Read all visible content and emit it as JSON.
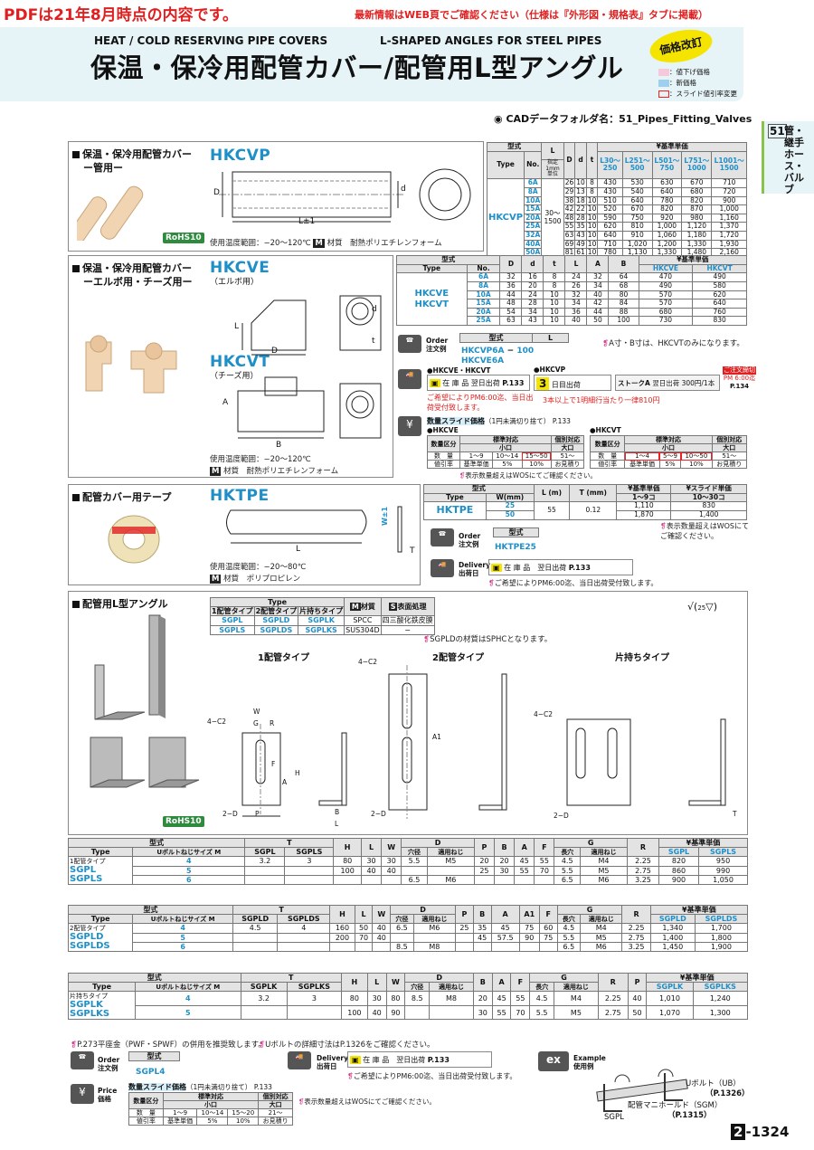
{
  "header": {
    "red_notice": "PDFは21年8月時点の内容です。",
    "notice": "最新情報はWEB頁でご確認ください（仕様は『外形図・規格表』タブに掲載）",
    "en_title_left": "HEAT / COLD RESERVING PIPE COVERS",
    "en_title_right": "L-SHAPED ANGLES FOR STEEL PIPES",
    "jp_title": "保温・保冷用配管カバー/配管用L型アングル",
    "price_badge": "価格改訂",
    "legend": [
      "：値下げ価格",
      "：新価格",
      "：スライド値引率変更"
    ],
    "cad": "CADデータフォルダ名：51_Pipes_Fitting_Valves"
  },
  "side_tab": {
    "num": "51",
    "text": "管・継手ホース・バルブ"
  },
  "s1": {
    "title": "保温・保冷用配管カバー",
    "sub": "ー管用ー",
    "part": "HKCVP",
    "rohs": "RoHS10",
    "dim_D": "D",
    "dim_d": "d",
    "dim_L": "L±1",
    "temp": "使用温度範囲：−20〜120℃",
    "material_label": "M",
    "material": "材質　耐熱ポリエチレンフォーム",
    "table": {
      "h_type": "型式",
      "h_Type": "Type",
      "h_No": "No.",
      "h_L": "L",
      "h_L_sub": "指定1mm単位",
      "h_D": "D",
      "h_d": "d",
      "h_t": "t",
      "h_price": "¥基準単価",
      "price_cols": [
        "L30〜250",
        "L251〜500",
        "L501〜750",
        "L751〜1000",
        "L1001〜1500"
      ],
      "type": "HKCVP",
      "L_range": "30〜1500",
      "rows": [
        [
          "6A",
          "26",
          "10",
          "8",
          "430",
          "530",
          "630",
          "670",
          "710"
        ],
        [
          "8A",
          "29",
          "13",
          "8",
          "430",
          "540",
          "640",
          "680",
          "720"
        ],
        [
          "10A",
          "38",
          "18",
          "10",
          "510",
          "640",
          "780",
          "820",
          "900"
        ],
        [
          "15A",
          "42",
          "22",
          "10",
          "520",
          "670",
          "820",
          "870",
          "1,000"
        ],
        [
          "20A",
          "48",
          "28",
          "10",
          "590",
          "750",
          "920",
          "980",
          "1,160"
        ],
        [
          "25A",
          "55",
          "35",
          "10",
          "620",
          "810",
          "1,000",
          "1,120",
          "1,370"
        ],
        [
          "32A",
          "63",
          "43",
          "10",
          "640",
          "910",
          "1,060",
          "1,180",
          "1,720"
        ],
        [
          "40A",
          "69",
          "49",
          "10",
          "710",
          "1,020",
          "1,200",
          "1,330",
          "1,930"
        ],
        [
          "50A",
          "81",
          "61",
          "10",
          "780",
          "1,130",
          "1,330",
          "1,480",
          "2,160"
        ]
      ]
    }
  },
  "s2": {
    "title": "保温・保冷用配管カバー",
    "sub": "ーエルボ用・チーズ用ー",
    "part1": "HKCVE",
    "part1_sub": "（エルボ用）",
    "part2": "HKCVT",
    "part2_sub": "（チーズ用）",
    "temp": "使用温度範囲：−20〜120℃",
    "material": "材質　耐熱ポリエチレンフォーム",
    "dims": {
      "L": "L",
      "D": "D",
      "d": "d",
      "t": "t",
      "A": "A",
      "B": "B"
    },
    "table": {
      "h_type": "型式",
      "h_Type": "Type",
      "h_No": "No.",
      "cols": [
        "D",
        "d",
        "t",
        "L",
        "A",
        "B"
      ],
      "h_price": "¥基準単価",
      "price_cols": [
        "HKCVE",
        "HKCVT"
      ],
      "types": [
        "HKCVE",
        "HKCVT"
      ],
      "rows": [
        [
          "6A",
          "32",
          "16",
          "8",
          "24",
          "32",
          "64",
          "470",
          "490"
        ],
        [
          "8A",
          "36",
          "20",
          "8",
          "26",
          "34",
          "68",
          "490",
          "580"
        ],
        [
          "10A",
          "44",
          "24",
          "10",
          "32",
          "40",
          "80",
          "570",
          "620"
        ],
        [
          "15A",
          "48",
          "28",
          "10",
          "34",
          "42",
          "84",
          "570",
          "640"
        ],
        [
          "20A",
          "54",
          "34",
          "10",
          "36",
          "44",
          "88",
          "680",
          "760"
        ],
        [
          "25A",
          "63",
          "43",
          "10",
          "40",
          "50",
          "100",
          "730",
          "830"
        ]
      ]
    },
    "order_label": "Order",
    "order_jp": "注文例",
    "order_h1": "型式",
    "order_h2": "L",
    "order_ex1": "HKCVP6A",
    "order_dash": "−",
    "order_ex1_L": "100",
    "order_ex2": "HKCVE6A",
    "ab_note": "A寸・B寸は、HKCVTのみになります。",
    "delivery": {
      "hd1": "●HKCVE・HKCVT",
      "hd2": "●HKCVP",
      "stock": "在 庫 品",
      "next_day": "翌日出荷",
      "ref": "P.133",
      "days_num": "3",
      "days": "日目出荷",
      "stock_a": "ストークA",
      "next_day2": "翌日出荷",
      "fee": "300円/1本",
      "pm_box": "ご注文締切",
      "pm": "PM 6:00迄",
      "ref2": "P.134",
      "note1": "ご希望によりPM6:00迄、当日出荷受付致します。",
      "note2": "3本以上で1明細行当たり一律810円"
    },
    "slide": {
      "title": "数量スライド価格",
      "title_sub": "（1円未満切り捨て）",
      "ref": "P.133",
      "g1": "●HKCVE",
      "g2": "●HKCVT",
      "t1": {
        "h": [
          "数量区分",
          "標準対応",
          "個別対応"
        ],
        "sub": [
          "小口",
          "大口"
        ],
        "qty_label": "数　量",
        "qty": [
          "1〜9",
          "10〜14",
          "15〜50",
          "51〜"
        ],
        "disc_label": "値引率",
        "disc": [
          "基準単価",
          "5%",
          "10%",
          "お見積り"
        ]
      },
      "t2": {
        "qty_label": "数　量",
        "qty": [
          "1〜4",
          "5〜9",
          "10〜50",
          "51〜"
        ],
        "disc_label": "値引率",
        "disc": [
          "基準単価",
          "5%",
          "10%",
          "お見積り"
        ]
      },
      "note": "表示数量超えはWOSにてご確認ください。"
    }
  },
  "s3": {
    "title": "配管カバー用テープ",
    "part": "HKTPE",
    "dims": {
      "W": "W±1",
      "L": "L",
      "T": "T"
    },
    "temp": "使用温度範囲：−20〜80℃",
    "material": "材質　ポリプロピレン",
    "table": {
      "h_type": "型式",
      "h_Type": "Type",
      "h_W": "W(mm)",
      "h_L": "L (m)",
      "h_T": "T (mm)",
      "h_price": "¥基準単価",
      "h_slide": "¥スライド単価",
      "p1": "1〜9コ",
      "p2": "10〜30コ",
      "type": "HKTPE",
      "rows": [
        [
          "25",
          "55",
          "0.12",
          "1,110",
          "830"
        ],
        [
          "50",
          "",
          "",
          "1,870",
          "1,400"
        ]
      ]
    },
    "wos_note": "表示数量超えはWOSにてご確認ください。",
    "order_label": "Order",
    "order_jp": "注文例",
    "order_h": "型式",
    "order_ex": "HKTPE25",
    "delivery_label": "Delivery",
    "delivery_jp": "出荷日",
    "stock": "在 庫 品",
    "next_day": "翌日出荷",
    "ref": "P.133",
    "note": "ご希望によりPM6:00迄、当日出荷受付致します。"
  },
  "s4": {
    "title": "配管用L型アングル",
    "rohs": "RoHS10",
    "mt": {
      "h_type": "Type",
      "cols": [
        "1配管タイプ",
        "2配管タイプ",
        "片持ちタイプ"
      ],
      "h_mat": "材質",
      "h_surf": "表面処理",
      "rows": [
        [
          "SGPL",
          "SGPLD",
          "SGPLK",
          "SPCC",
          "四三酸化鉄皮膜"
        ],
        [
          "SGPLS",
          "SGPLDS",
          "SGPLKS",
          "SUS304D",
          "−"
        ]
      ]
    },
    "roughness": "25",
    "sgpld_note": "SGPLDの材質はSPHCとなります。",
    "types": [
      "1配管タイプ",
      "2配管タイプ",
      "片持ちタイプ"
    ],
    "dlabels": {
      "c2": "4−C2",
      "W": "W",
      "G": "G",
      "R": "R",
      "P": "P",
      "F": "F",
      "A": "A",
      "A1": "A1",
      "H": "H",
      "B": "B",
      "L": "L",
      "T": "T",
      "D2": "2−D"
    },
    "t1": {
      "h_type": "型式",
      "h_Type": "Type",
      "h_ubolt": "Uボルトねじサイズ M",
      "h_T": "T",
      "t_cols": [
        "SGPL",
        "SGPLS"
      ],
      "cols": [
        "H",
        "L",
        "W"
      ],
      "h_D": "D",
      "d_cols": [
        "穴径",
        "適用ねじ"
      ],
      "mid": [
        "P",
        "B",
        "A",
        "F"
      ],
      "h_G": "G",
      "g_cols": [
        "長穴",
        "適用ねじ"
      ],
      "h_R": "R",
      "h_price": "¥基準単価",
      "price_cols": [
        "SGPL",
        "SGPLS"
      ],
      "label": "1配管タイプ",
      "types": [
        "SGPL",
        "SGPLS"
      ],
      "rows": [
        [
          "4",
          "3.2",
          "3",
          "80",
          "30",
          "30",
          "5.5",
          "M5",
          "20",
          "20",
          "45",
          "55",
          "4.5",
          "M4",
          "2.25",
          "820",
          "950"
        ],
        [
          "5",
          "",
          "",
          "100",
          "40",
          "40",
          "",
          "",
          "25",
          "30",
          "55",
          "70",
          "5.5",
          "M5",
          "2.75",
          "860",
          "990"
        ],
        [
          "6",
          "",
          "",
          "",
          "",
          "",
          "6.5",
          "M6",
          "",
          "",
          "",
          "",
          "6.5",
          "M6",
          "3.25",
          "900",
          "1,050"
        ]
      ]
    },
    "t2": {
      "h_type": "型式",
      "h_Type": "Type",
      "h_ubolt": "Uボルトねじサイズ M",
      "h_T": "T",
      "t_cols": [
        "SGPLD",
        "SGPLDS"
      ],
      "cols": [
        "H",
        "L",
        "W"
      ],
      "h_D": "D",
      "d_cols": [
        "穴径",
        "適用ねじ"
      ],
      "mid": [
        "P",
        "B",
        "A",
        "A1",
        "F"
      ],
      "h_G": "G",
      "g_cols": [
        "長穴",
        "適用ねじ"
      ],
      "h_R": "R",
      "h_price": "¥基準単価",
      "price_cols": [
        "SGPLD",
        "SGPLDS"
      ],
      "label": "2配管タイプ",
      "types": [
        "SGPLD",
        "SGPLDS"
      ],
      "rows": [
        [
          "4",
          "4.5",
          "4",
          "160",
          "50",
          "40",
          "6.5",
          "M6",
          "25",
          "35",
          "45",
          "75",
          "60",
          "4.5",
          "M4",
          "2.25",
          "1,340",
          "1,700"
        ],
        [
          "5",
          "",
          "",
          "200",
          "70",
          "40",
          "",
          "",
          "",
          "45",
          "57.5",
          "90",
          "75",
          "5.5",
          "M5",
          "2.75",
          "1,400",
          "1,800"
        ],
        [
          "6",
          "",
          "",
          "",
          "",
          "",
          "8.5",
          "M8",
          "",
          "",
          "",
          "",
          "",
          "6.5",
          "M6",
          "3.25",
          "1,450",
          "1,900"
        ]
      ]
    },
    "t3": {
      "h_type": "型式",
      "h_Type": "Type",
      "h_ubolt": "Uボルトねじサイズ M",
      "h_T": "T",
      "t_cols": [
        "SGPLK",
        "SGPLKS"
      ],
      "cols": [
        "H",
        "L",
        "W"
      ],
      "h_D": "D",
      "d_cols": [
        "穴径",
        "適用ねじ"
      ],
      "mid": [
        "B",
        "A",
        "F"
      ],
      "h_G": "G",
      "g_cols": [
        "長穴",
        "適用ねじ"
      ],
      "h_R": "R",
      "h_P": "P",
      "h_price": "¥基準単価",
      "price_cols": [
        "SGPLK",
        "SGPLKS"
      ],
      "label": "片持ちタイプ",
      "types": [
        "SGPLK",
        "SGPLKS"
      ],
      "rows": [
        [
          "4",
          "3.2",
          "3",
          "80",
          "30",
          "80",
          "8.5",
          "M8",
          "20",
          "45",
          "55",
          "4.5",
          "M4",
          "2.25",
          "40",
          "1,010",
          "1,240"
        ],
        [
          "5",
          "",
          "",
          "100",
          "40",
          "90",
          "",
          "",
          "30",
          "55",
          "70",
          "5.5",
          "M5",
          "2.75",
          "50",
          "1,070",
          "1,300"
        ]
      ]
    },
    "note1": "P.273平座金（PWF・SPWF）の併用を推奨致します。",
    "note2": "Uボルトの詳細寸法はP.1326をご確認ください。",
    "order_label": "Order",
    "order_jp": "注文例",
    "order_h": "型式",
    "order_ex": "SGPL4",
    "delivery_label": "Delivery",
    "delivery_jp": "出荷日",
    "stock": "在 庫 品",
    "next_day": "翌日出荷",
    "ref": "P.133",
    "d_note": "ご希望によりPM6:00迄、当日出荷受付致します。",
    "example_label": "Example",
    "example_jp": "使用例",
    "ex_ubolt": "Uボルト（UB）",
    "ex_ubolt_ref": "（P.1326）",
    "ex_manifold": "配管マニホールド（SGM）",
    "ex_manifold_ref": "（P.1315）",
    "ex_sgpl": "SGPL",
    "price_label": "Price",
    "price_jp": "価格",
    "slide_title": "数量スライド価格",
    "slide_sub": "（1円未満切り捨て）",
    "slide_ref": "P.133",
    "st": {
      "h": [
        "数量区分",
        "標準対応",
        "個別対応"
      ],
      "sub": [
        "小口",
        "大口"
      ],
      "qty_label": "数　量",
      "qty": [
        "1〜9",
        "10〜14",
        "15〜20",
        "21〜"
      ],
      "disc_label": "値引率",
      "disc": [
        "基準単価",
        "5%",
        "10%",
        "お見積り"
      ]
    },
    "wos": "表示数量超えはWOSにてご確認ください。"
  },
  "footer": {
    "page": "2",
    "page_num": "-1324"
  },
  "colors": {
    "accent": "#1f8fc8",
    "red": "#e02020",
    "pink": "#d63c8c",
    "title_bg": "#e6f4f8"
  }
}
